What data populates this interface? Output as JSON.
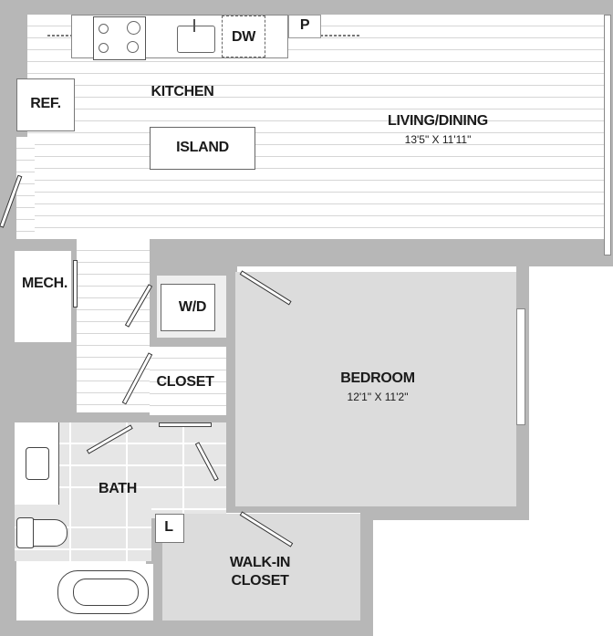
{
  "floorplan": {
    "colors": {
      "wall": "#b7b7b7",
      "carpet": "#dcdcdc",
      "tile": "#e6e6e6",
      "wood_floor": "#ffffff",
      "text": "#1a1a1a"
    },
    "rooms": {
      "kitchen": {
        "label": "KITCHEN"
      },
      "island": {
        "label": "ISLAND"
      },
      "refrigerator": {
        "label": "REF."
      },
      "dishwasher": {
        "label": "DW"
      },
      "pantry": {
        "label": "P"
      },
      "living_dining": {
        "label": "LIVING/DINING",
        "dimensions": "13'5\" X 11'11\""
      },
      "mechanical": {
        "label": "MECH."
      },
      "washer_dryer": {
        "label": "W/D"
      },
      "closet": {
        "label": "CLOSET"
      },
      "bedroom": {
        "label": "BEDROOM",
        "dimensions": "12'1\" X 11'2\""
      },
      "bath": {
        "label": "BATH"
      },
      "linen": {
        "label": "L"
      },
      "walk_in_closet": {
        "label_line1": "WALK-IN",
        "label_line2": "CLOSET"
      }
    }
  }
}
